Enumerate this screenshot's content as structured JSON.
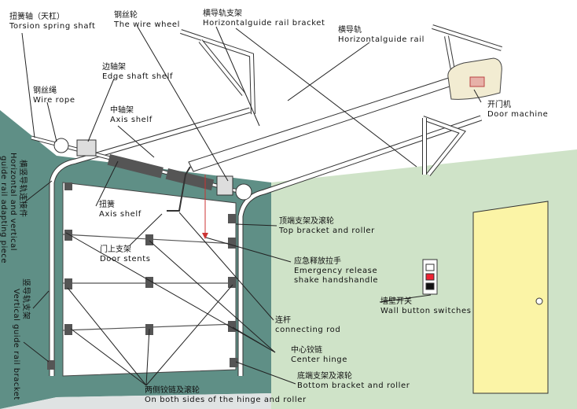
{
  "labels": {
    "torsion_shaft_cn": "扭簧轴（天杠）",
    "torsion_shaft_en": "Torsion spring shaft",
    "wire_wheel_cn": "钢丝轮",
    "wire_wheel_en": "The wire wheel",
    "rail_bracket_cn": "横导轨支架",
    "rail_bracket_en": "Horizontalguide rail  bracket",
    "horiz_rail_cn": "横导轨",
    "horiz_rail_en": "Horizontalguide rail",
    "edge_shelf_cn": "边轴架",
    "edge_shelf_en": "Edge shaft shelf",
    "wire_rope_cn": "钢丝绳",
    "wire_rope_en": "Wire rope",
    "axis_shelf_cn": "中轴架",
    "axis_shelf_en": "Axis shelf",
    "door_machine_cn": "开门机",
    "door_machine_en": "Door machine",
    "spring_cn": "扭簧",
    "spring_en": "Axis shelf",
    "door_stents_cn": "门上支架",
    "door_stents_en": "Door stents",
    "top_bracket_cn": "顶端支架及滚轮",
    "top_bracket_en": "Top bracket and roller",
    "emergency_cn": "应急释放拉手",
    "emergency_en1": "Emergency release",
    "emergency_en2": "shake handshandle",
    "wall_switch_cn": "墙壁开关",
    "wall_switch_en": "Wall button switches",
    "connecting_rod_cn": "连杆",
    "connecting_rod_en": "connecting rod",
    "center_hinge_cn": "中心铰链",
    "center_hinge_en": "Center hinge",
    "bottom_bracket_cn": "底端支架及滚轮",
    "bottom_bracket_en": "Bottom bracket and roller",
    "side_hinge_cn": "两侧铰链及滚轮",
    "side_hinge_en": "On both sides of the hinge and roller",
    "left_vertical_cn": "横竖导轨连接件",
    "left_vertical_en1": "Horizontal and vertical",
    "left_vertical_en2": "guide rail adapting piece",
    "vertical_rail_cn": "竖导轨支架",
    "vertical_rail_en": "Vertical guide rail bracket"
  },
  "colors": {
    "left_wall": "#5f8f86",
    "back_wall": "#cfe3c8",
    "ceiling": "#ffffff",
    "floor": "#dfe3e3",
    "garage_door": "#ffffff",
    "side_door": "#fbf4a6",
    "opener_body": "#f2ecd2"
  },
  "icons": {
    "switch_buttons": [
      "white",
      "red",
      "black"
    ]
  }
}
